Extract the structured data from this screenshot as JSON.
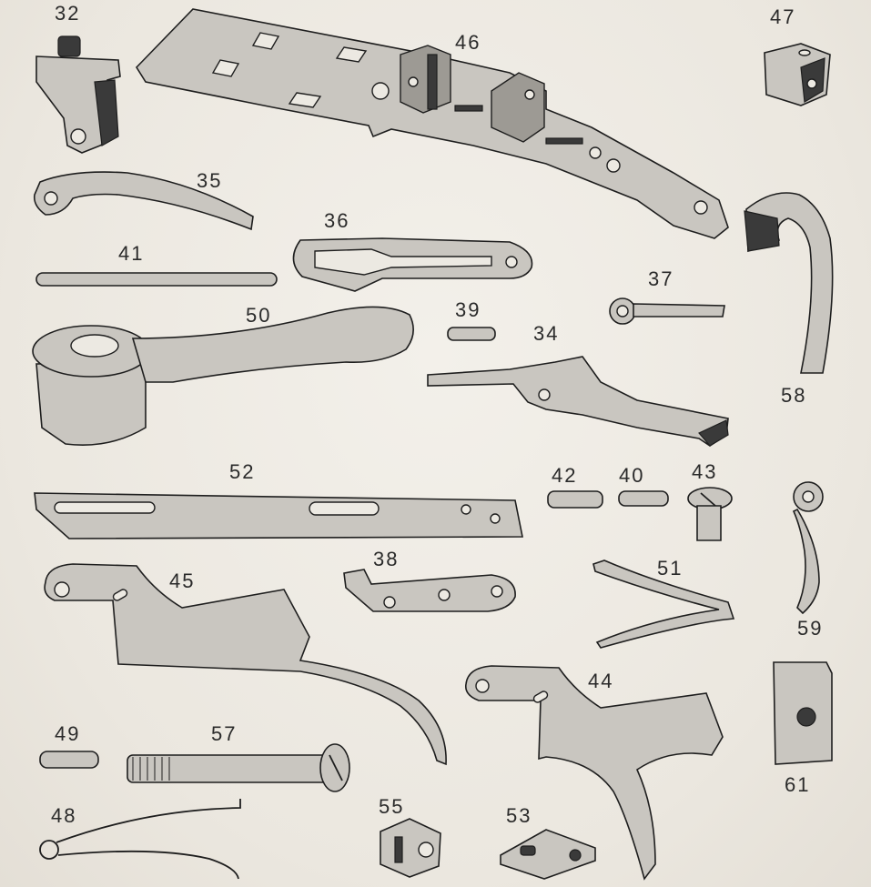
{
  "diagram": {
    "labels": {
      "p32": "32",
      "p35": "35",
      "p36": "36",
      "p37": "37",
      "p34": "34",
      "p39": "39",
      "p41": "41",
      "p46": "46",
      "p47": "47",
      "p50": "50",
      "p58": "58",
      "p52": "52",
      "p42": "42",
      "p40": "40",
      "p43": "43",
      "p45": "45",
      "p38": "38",
      "p51": "51",
      "p59": "59",
      "p44": "44",
      "p49": "49",
      "p57": "57",
      "p48": "48",
      "p55": "55",
      "p53": "53",
      "p61": "61"
    }
  }
}
